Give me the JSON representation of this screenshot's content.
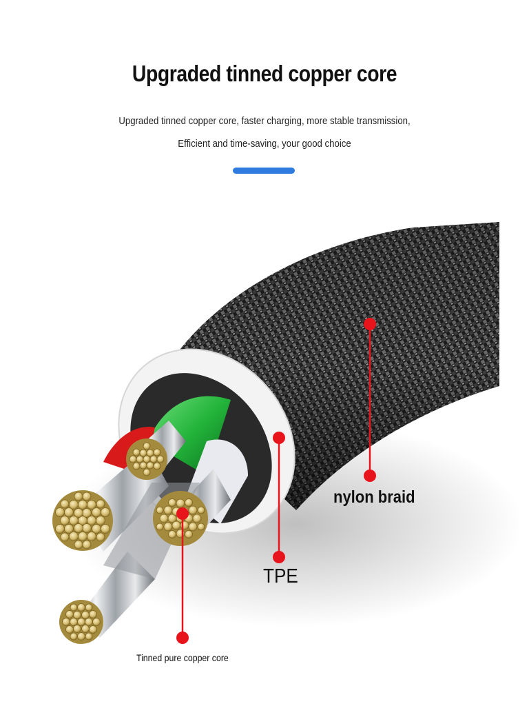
{
  "header": {
    "title": "Upgraded tinned copper core",
    "subtitle_line1": "Upgraded tinned copper core, faster charging, more stable transmission,",
    "subtitle_line2": "Efficient and time-saving, your good choice",
    "accent_color": "#2f7be0"
  },
  "callouts": {
    "nylon_braid": "nylon braid",
    "tpe": "TPE",
    "copper_core": "Tinned pure copper core",
    "marker_color": "#e8141c"
  },
  "colors": {
    "braid": "#1c1c1c",
    "tpe_sheath": "#f4f4f4",
    "wire_green": "#22b33a",
    "wire_red": "#d81a1a",
    "copper_strands": "#d9c27a",
    "tinned_conductor": "#c9cdd2"
  }
}
